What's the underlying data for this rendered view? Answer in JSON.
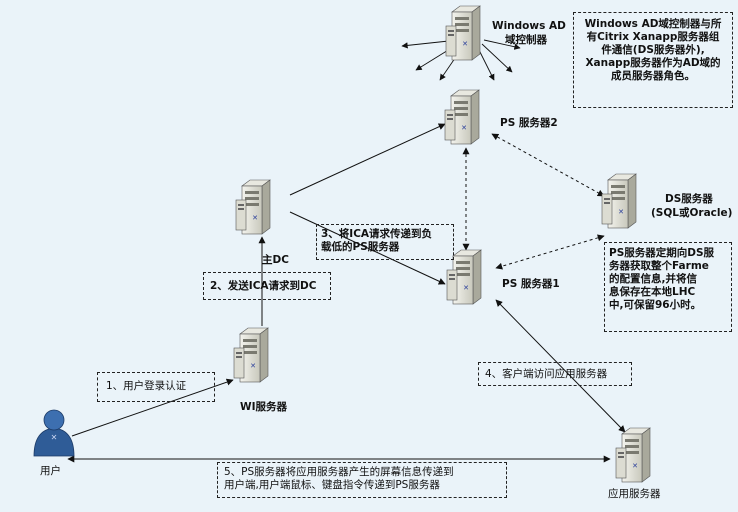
{
  "nodes": {
    "ad_controller": {
      "label_line1": "Windows AD",
      "label_line2": "域控制器",
      "icon": "server-icon"
    },
    "ps2": {
      "label": "PS 服务器2",
      "icon": "server-icon"
    },
    "main_dc": {
      "label": "主DC",
      "icon": "server-icon"
    },
    "ds": {
      "label_line1": "DS服务器",
      "label_line2": "(SQL或Oracle)",
      "icon": "database-server-icon"
    },
    "ps1": {
      "label": "PS 服务器1",
      "icon": "server-icon"
    },
    "wi": {
      "label": "WI服务器",
      "icon": "server-icon"
    },
    "user": {
      "label": "用户",
      "icon": "user-icon"
    },
    "app": {
      "label": "应用服务器",
      "icon": "server-icon"
    }
  },
  "notes": {
    "ad_note": [
      "Windows AD域控制器与所",
      "有Citrix Xanapp服务器组",
      "件通信(DS服务器外),",
      "Xanapp服务器作为AD域的",
      "成员服务器角色。"
    ],
    "ds_note": [
      "PS服务器定期向DS服",
      "务器获取整个Farme",
      "的配置信息,并将信",
      "息保存在本地LHC",
      "中,可保留96小时。"
    ]
  },
  "steps": {
    "step1": "1、用户登录认证",
    "step2": "2、发送ICA请求到DC",
    "step3_line1": "3、将ICA请求传递到负",
    "step3_line2": "载低的PS服务器",
    "step4": "4、客户端访问应用服务器",
    "step5_line1": "5、PS服务器将应用服务器产生的屏幕信息传递到",
    "step5_line2": "用户端,用户端鼠标、键盘指令传递到PS服务器"
  },
  "colors": {
    "background": "#eaf3f9",
    "line": "#111111",
    "server_body": "#d4d4c8",
    "user_fill": "#2f5c97"
  }
}
